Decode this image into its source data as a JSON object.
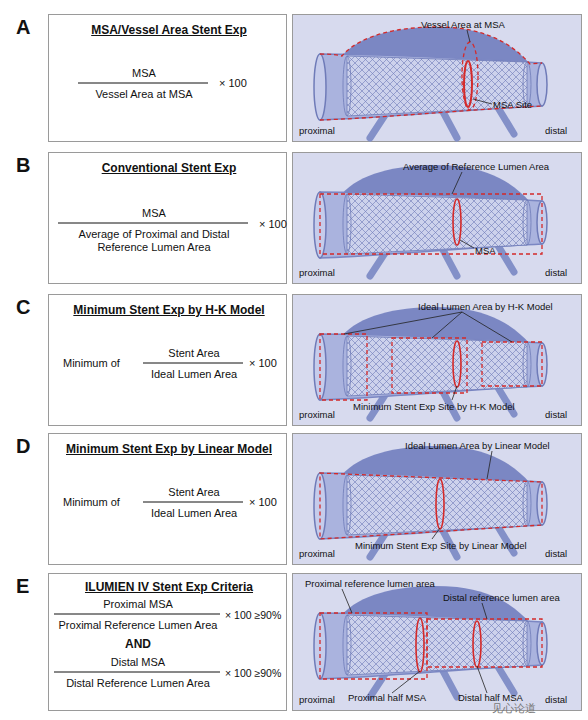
{
  "diagram": {
    "nodes": [
      {
        "text": [
          "MSA/Vessel Area Stent Exp",
          "MSA",
          "Vessel Area at MSA",
          "× 100"
        ]
      },
      {
        "text": [
          "Vessel Area at MSA",
          "MSA Site",
          "proximal",
          "distal"
        ]
      },
      {
        "text": [
          "Conventional Stent Exp",
          "MSA",
          "Average of Proximal and Distal Reference Lumen Area",
          "× 100"
        ]
      },
      {
        "text": [
          "Average of Reference Lumen Area",
          "MSA",
          "proximal",
          "distal"
        ]
      },
      {
        "text": [
          "Minimum Stent Exp by H-K Model",
          "Minimum of",
          "Stent Area",
          "Ideal Lumen Area",
          "× 100"
        ]
      },
      {
        "text": [
          "Ideal Lumen Area by H-K Model",
          "Minimum Stent Exp Site by H-K Model",
          "proximal",
          "distal"
        ]
      },
      {
        "text": [
          "Minimum Stent Exp by Linear Model",
          "Minimum of",
          "Stent Area",
          "Ideal Lumen Area",
          "× 100"
        ]
      },
      {
        "text": [
          "Ideal Lumen Area by Linear Model",
          "Minimum Stent Exp Site by Linear Model",
          "proximal",
          "distal"
        ]
      },
      {
        "text": [
          "ILUMIEN IV Stent Exp Criteria",
          "Proximal MSA",
          "Proximal Reference Lumen Area",
          "× 100 ≥90%",
          "AND",
          "Distal MSA",
          "Distal Reference Lumen Area",
          "× 100 ≥90%"
        ]
      },
      {
        "text": [
          "Proximal reference lumen area",
          "Distal reference lumen area",
          "Proximal half MSA",
          "Distal half MSA",
          "proximal",
          "distal"
        ]
      }
    ],
    "labels": [
      "A",
      "B",
      "C",
      "D",
      "E",
      "见心论道"
    ]
  }
}
